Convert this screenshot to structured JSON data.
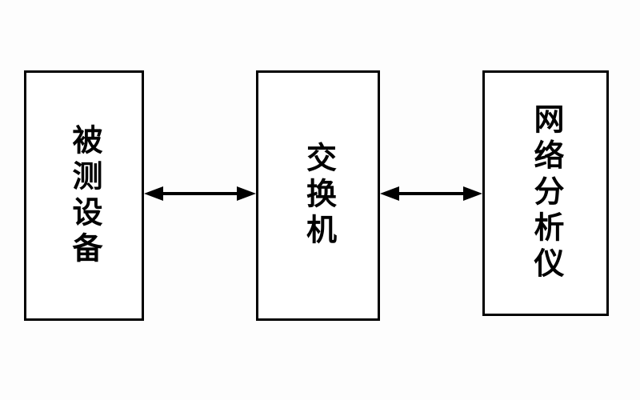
{
  "diagram": {
    "title": "network-test-topology",
    "background_color": "#ffffff",
    "line_color": "#000000",
    "boxes": [
      {
        "id": "device-under-test",
        "label": "被测设备"
      },
      {
        "id": "switch",
        "label": "交换机"
      },
      {
        "id": "network-analyzer",
        "label": "网络分析仪"
      }
    ],
    "connectors": [
      {
        "from": "device-under-test",
        "to": "switch",
        "type": "bidirectional"
      },
      {
        "from": "switch",
        "to": "network-analyzer",
        "type": "bidirectional"
      }
    ]
  }
}
